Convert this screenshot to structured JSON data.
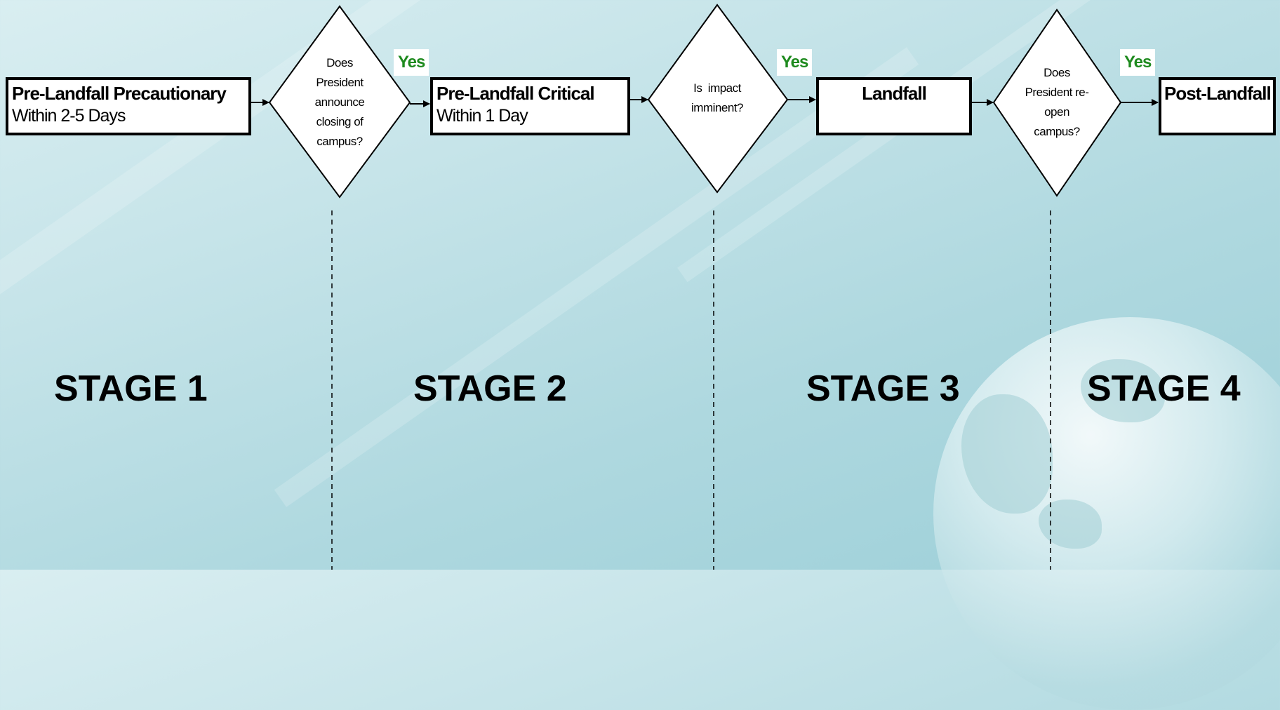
{
  "process_boxes": {
    "precautionary": {
      "title": "Pre-Landfall Precautionary",
      "subtitle": "Within 2-5 Days"
    },
    "critical": {
      "title": "Pre-Landfall Critical",
      "subtitle": "Within 1 Day"
    },
    "landfall": {
      "title": "Landfall"
    },
    "post_landfall": {
      "title": "Post-Landfall"
    }
  },
  "decisions": {
    "close_campus": {
      "lines": [
        "Does",
        "President",
        "announce",
        "closing of",
        "campus?"
      ]
    },
    "impact": {
      "lines": [
        "Is  impact",
        "imminent?"
      ]
    },
    "reopen_campus": {
      "lines": [
        "Does",
        "President re-",
        "open",
        "campus?"
      ]
    }
  },
  "yes_labels": {
    "after_close": "Yes",
    "after_impact": "Yes",
    "after_reopen": "Yes"
  },
  "stages": {
    "stage1": "STAGE 1",
    "stage2": "STAGE 2",
    "stage3": "STAGE 3",
    "stage4": "STAGE 4"
  },
  "colors": {
    "yes_text": "#1e8a1e",
    "background": "#c6e4e9",
    "box_border": "#000000"
  }
}
